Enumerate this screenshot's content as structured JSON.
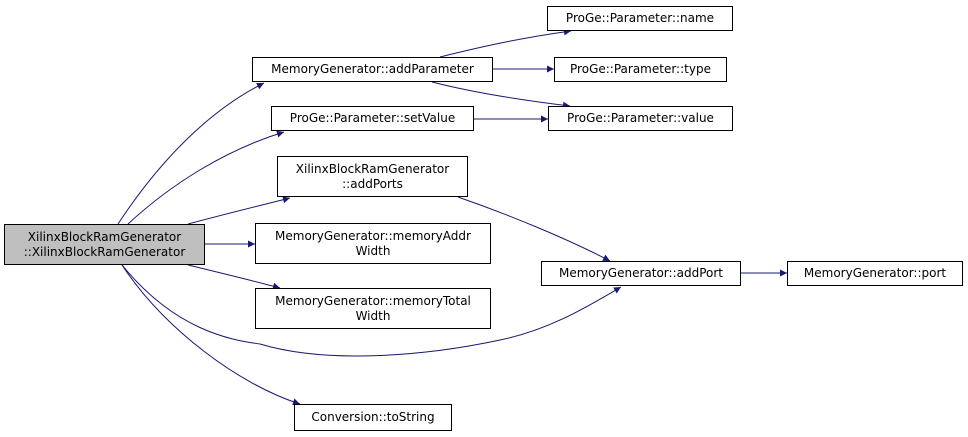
{
  "graph": {
    "colors": {
      "edge": "#191970",
      "node_border": "#000000",
      "node_fill": "#ffffff",
      "root_fill": "#bfbfbf"
    },
    "nodes": {
      "root": [
        "XilinxBlockRamGenerator",
        "::XilinxBlockRamGenerator"
      ],
      "add_parameter": [
        "MemoryGenerator::addParameter"
      ],
      "set_value": [
        "ProGe::Parameter::setValue"
      ],
      "add_ports": [
        "XilinxBlockRamGenerator",
        "::addPorts"
      ],
      "memory_addr_width": [
        "MemoryGenerator::memoryAddr",
        "Width"
      ],
      "memory_total_width": [
        "MemoryGenerator::memoryTotal",
        "Width"
      ],
      "to_string": [
        "Conversion::toString"
      ],
      "param_name": [
        "ProGe::Parameter::name"
      ],
      "param_type": [
        "ProGe::Parameter::type"
      ],
      "param_value": [
        "ProGe::Parameter::value"
      ],
      "add_port": [
        "MemoryGenerator::addPort"
      ],
      "port": [
        "MemoryGenerator::port"
      ]
    }
  }
}
